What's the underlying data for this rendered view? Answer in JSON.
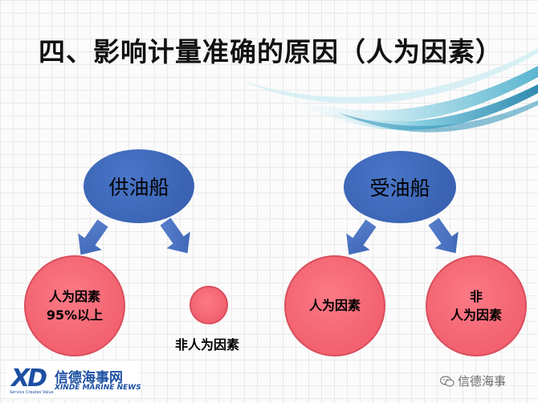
{
  "title": "四、影响计量准确的原因（人为因素）",
  "nodes": {
    "supplier": "供油船",
    "receiver": "受油船",
    "supplier_human": "人为因素\n95%以上",
    "supplier_non_human_label": "非人为因素",
    "receiver_human": "人为因素",
    "receiver_non_human": "非\n人为因素"
  },
  "logo": {
    "mark": "XD",
    "cn": "信德海事网",
    "en": "XINDE MARINE NEWS",
    "sub": "Service Creates Value"
  },
  "watermark": "信德海事",
  "colors": {
    "blue_node": "#3a63b3",
    "red_node": "#f2616f",
    "arrow": "#3f68b8",
    "swoosh": "#3fa9c9"
  }
}
